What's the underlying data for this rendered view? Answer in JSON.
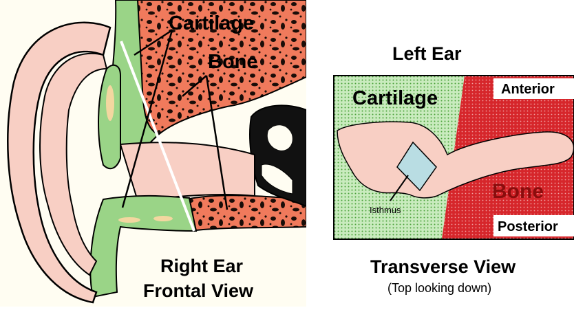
{
  "frontal": {
    "cartilage_label": "Cartilage",
    "bone_label": "Bone",
    "title_line1": "Right Ear",
    "title_line2": "Frontal View"
  },
  "transverse": {
    "header": "Left Ear",
    "cartilage_label": "Cartilage",
    "anterior_label": "Anterior",
    "bone_label": "Bone",
    "posterior_label": "Posterior",
    "isthmus_label": "Isthmus",
    "title": "Transverse View",
    "subtitle": "(Top looking down)"
  },
  "colors": {
    "skin": "#f8cfc4",
    "cartilage_green": "#9ad487",
    "bone_salmon": "#f07a5c",
    "bone_red": "#d6262b",
    "pale_yellow": "#f3d7a0",
    "isthmus_blue": "#b9dde3",
    "background_cream": "#fffdf2"
  }
}
